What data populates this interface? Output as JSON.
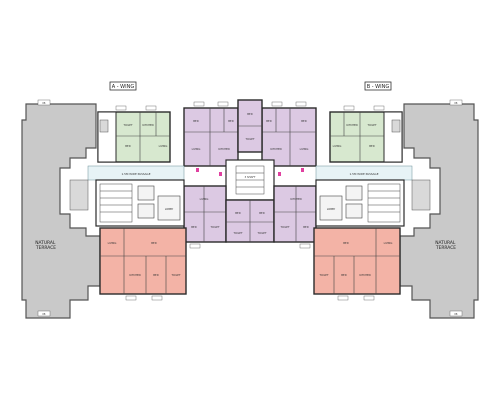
{
  "plan": {
    "wings": [
      {
        "id": "a",
        "label": "A - WING"
      },
      {
        "id": "b",
        "label": "B - WING"
      }
    ],
    "terraces": [
      {
        "id": "left",
        "label": "NATURAL\nTERRACE"
      },
      {
        "id": "right",
        "label": "NATURAL\nTERRACE"
      }
    ],
    "passages": [
      {
        "id": "left",
        "label": "1.5M WIDE PASSAGE"
      },
      {
        "id": "right",
        "label": "1.5M WIDE PASSAGE"
      }
    ],
    "colors": {
      "green_unit": "#d7e8cf",
      "purple_unit": "#dcc9e3",
      "salmon_unit": "#f3b3a6",
      "terrace": "#c9c9c9",
      "passage": "#e7f3f6",
      "circulation": "#ffffff"
    }
  }
}
